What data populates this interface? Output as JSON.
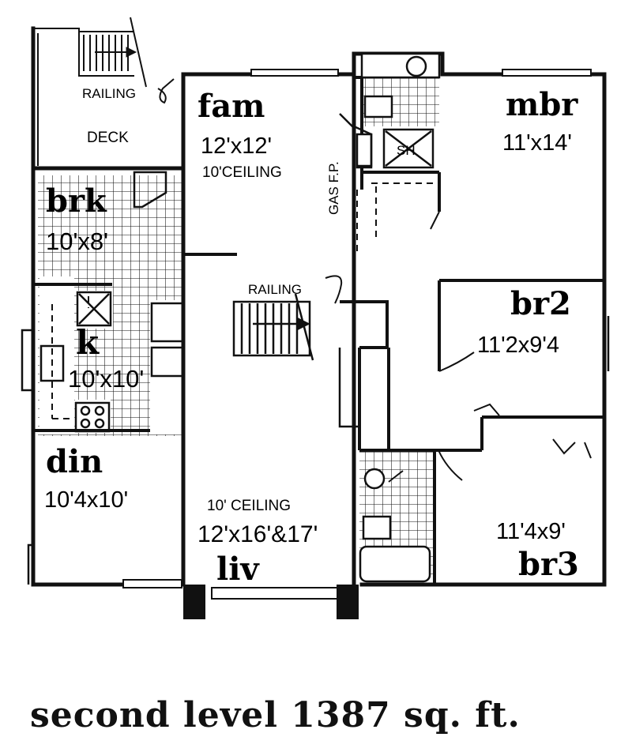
{
  "rooms": {
    "fam": {
      "name": "fam",
      "dims": "12'x12'",
      "note": "10'CEILING"
    },
    "mbr": {
      "name": "mbr",
      "dims": "11'x14'"
    },
    "brk": {
      "name": "brk",
      "dims": "10'x8'"
    },
    "k": {
      "name": "k",
      "dims": "10'x10'"
    },
    "br2": {
      "name": "br2",
      "dims": "11'2x9'4"
    },
    "din": {
      "name": "din",
      "dims": "10'4x10'"
    },
    "liv": {
      "name": "liv",
      "dims": "12'x16'&17'",
      "note": "10' CEILING"
    },
    "br3": {
      "name": "br3",
      "dims": "11'4x9'"
    }
  },
  "labels": {
    "railing_top": "RAILING",
    "railing_stair": "RAILING",
    "deck": "DECK",
    "gas_fp": "GAS F.P.",
    "shower": "SH"
  },
  "caption": "second level 1387 sq. ft."
}
